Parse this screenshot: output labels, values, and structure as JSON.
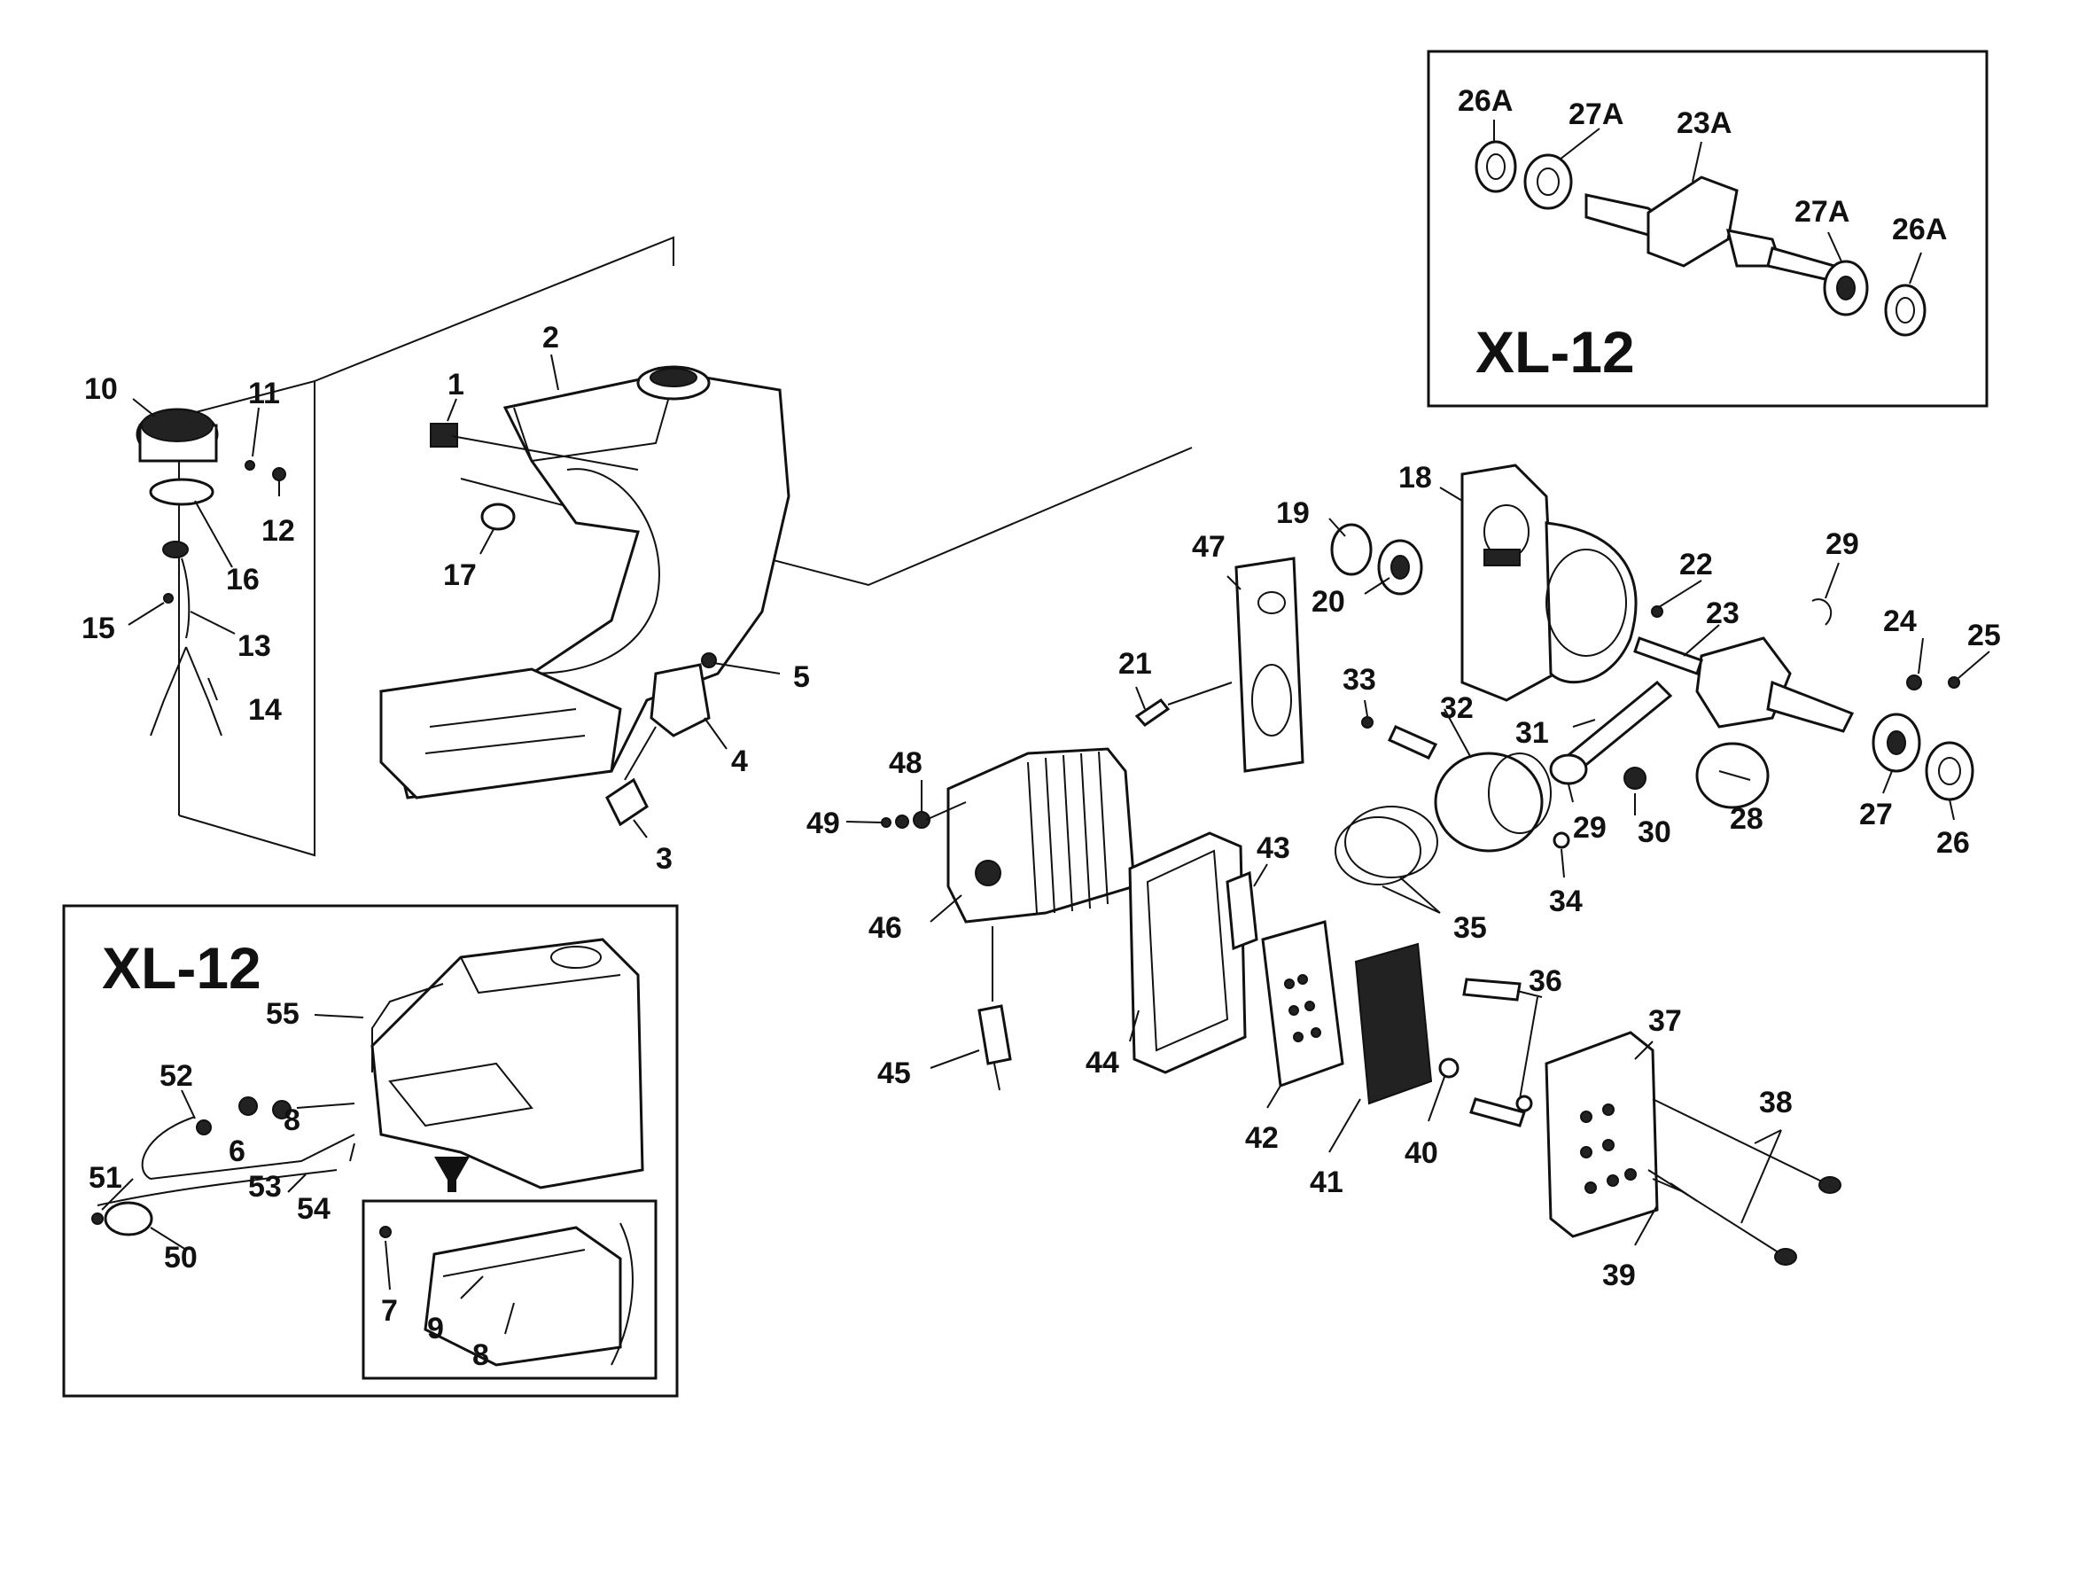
{
  "insets": {
    "crankshaft_title": "XL-12",
    "fuel_title": "XL-12"
  },
  "labels": {
    "p1": "1",
    "p2": "2",
    "p3": "3",
    "p4": "4",
    "p5": "5",
    "p6": "6",
    "p7": "7",
    "p8a": "8",
    "p8b": "8",
    "p9": "9",
    "p10": "10",
    "p11": "11",
    "p12": "12",
    "p13": "13",
    "p14": "14",
    "p15": "15",
    "p16": "16",
    "p17": "17",
    "p18": "18",
    "p19": "19",
    "p20": "20",
    "p21": "21",
    "p22": "22",
    "p23": "23",
    "p24": "24",
    "p25": "25",
    "p26": "26",
    "p27": "27",
    "p28": "28",
    "p29a": "29",
    "p29b": "29",
    "p30": "30",
    "p31": "31",
    "p32": "32",
    "p33": "33",
    "p34": "34",
    "p35": "35",
    "p36": "36",
    "p37": "37",
    "p38": "38",
    "p39": "39",
    "p40": "40",
    "p41": "41",
    "p42": "42",
    "p43": "43",
    "p44": "44",
    "p45": "45",
    "p46": "46",
    "p47": "47",
    "p48": "48",
    "p49": "49",
    "p50": "50",
    "p51": "51",
    "p52": "52",
    "p53": "53",
    "p54": "54",
    "p55": "55",
    "p23a": "23A",
    "p26a1": "26A",
    "p26a2": "26A",
    "p27a1": "27A",
    "p27a2": "27A"
  }
}
